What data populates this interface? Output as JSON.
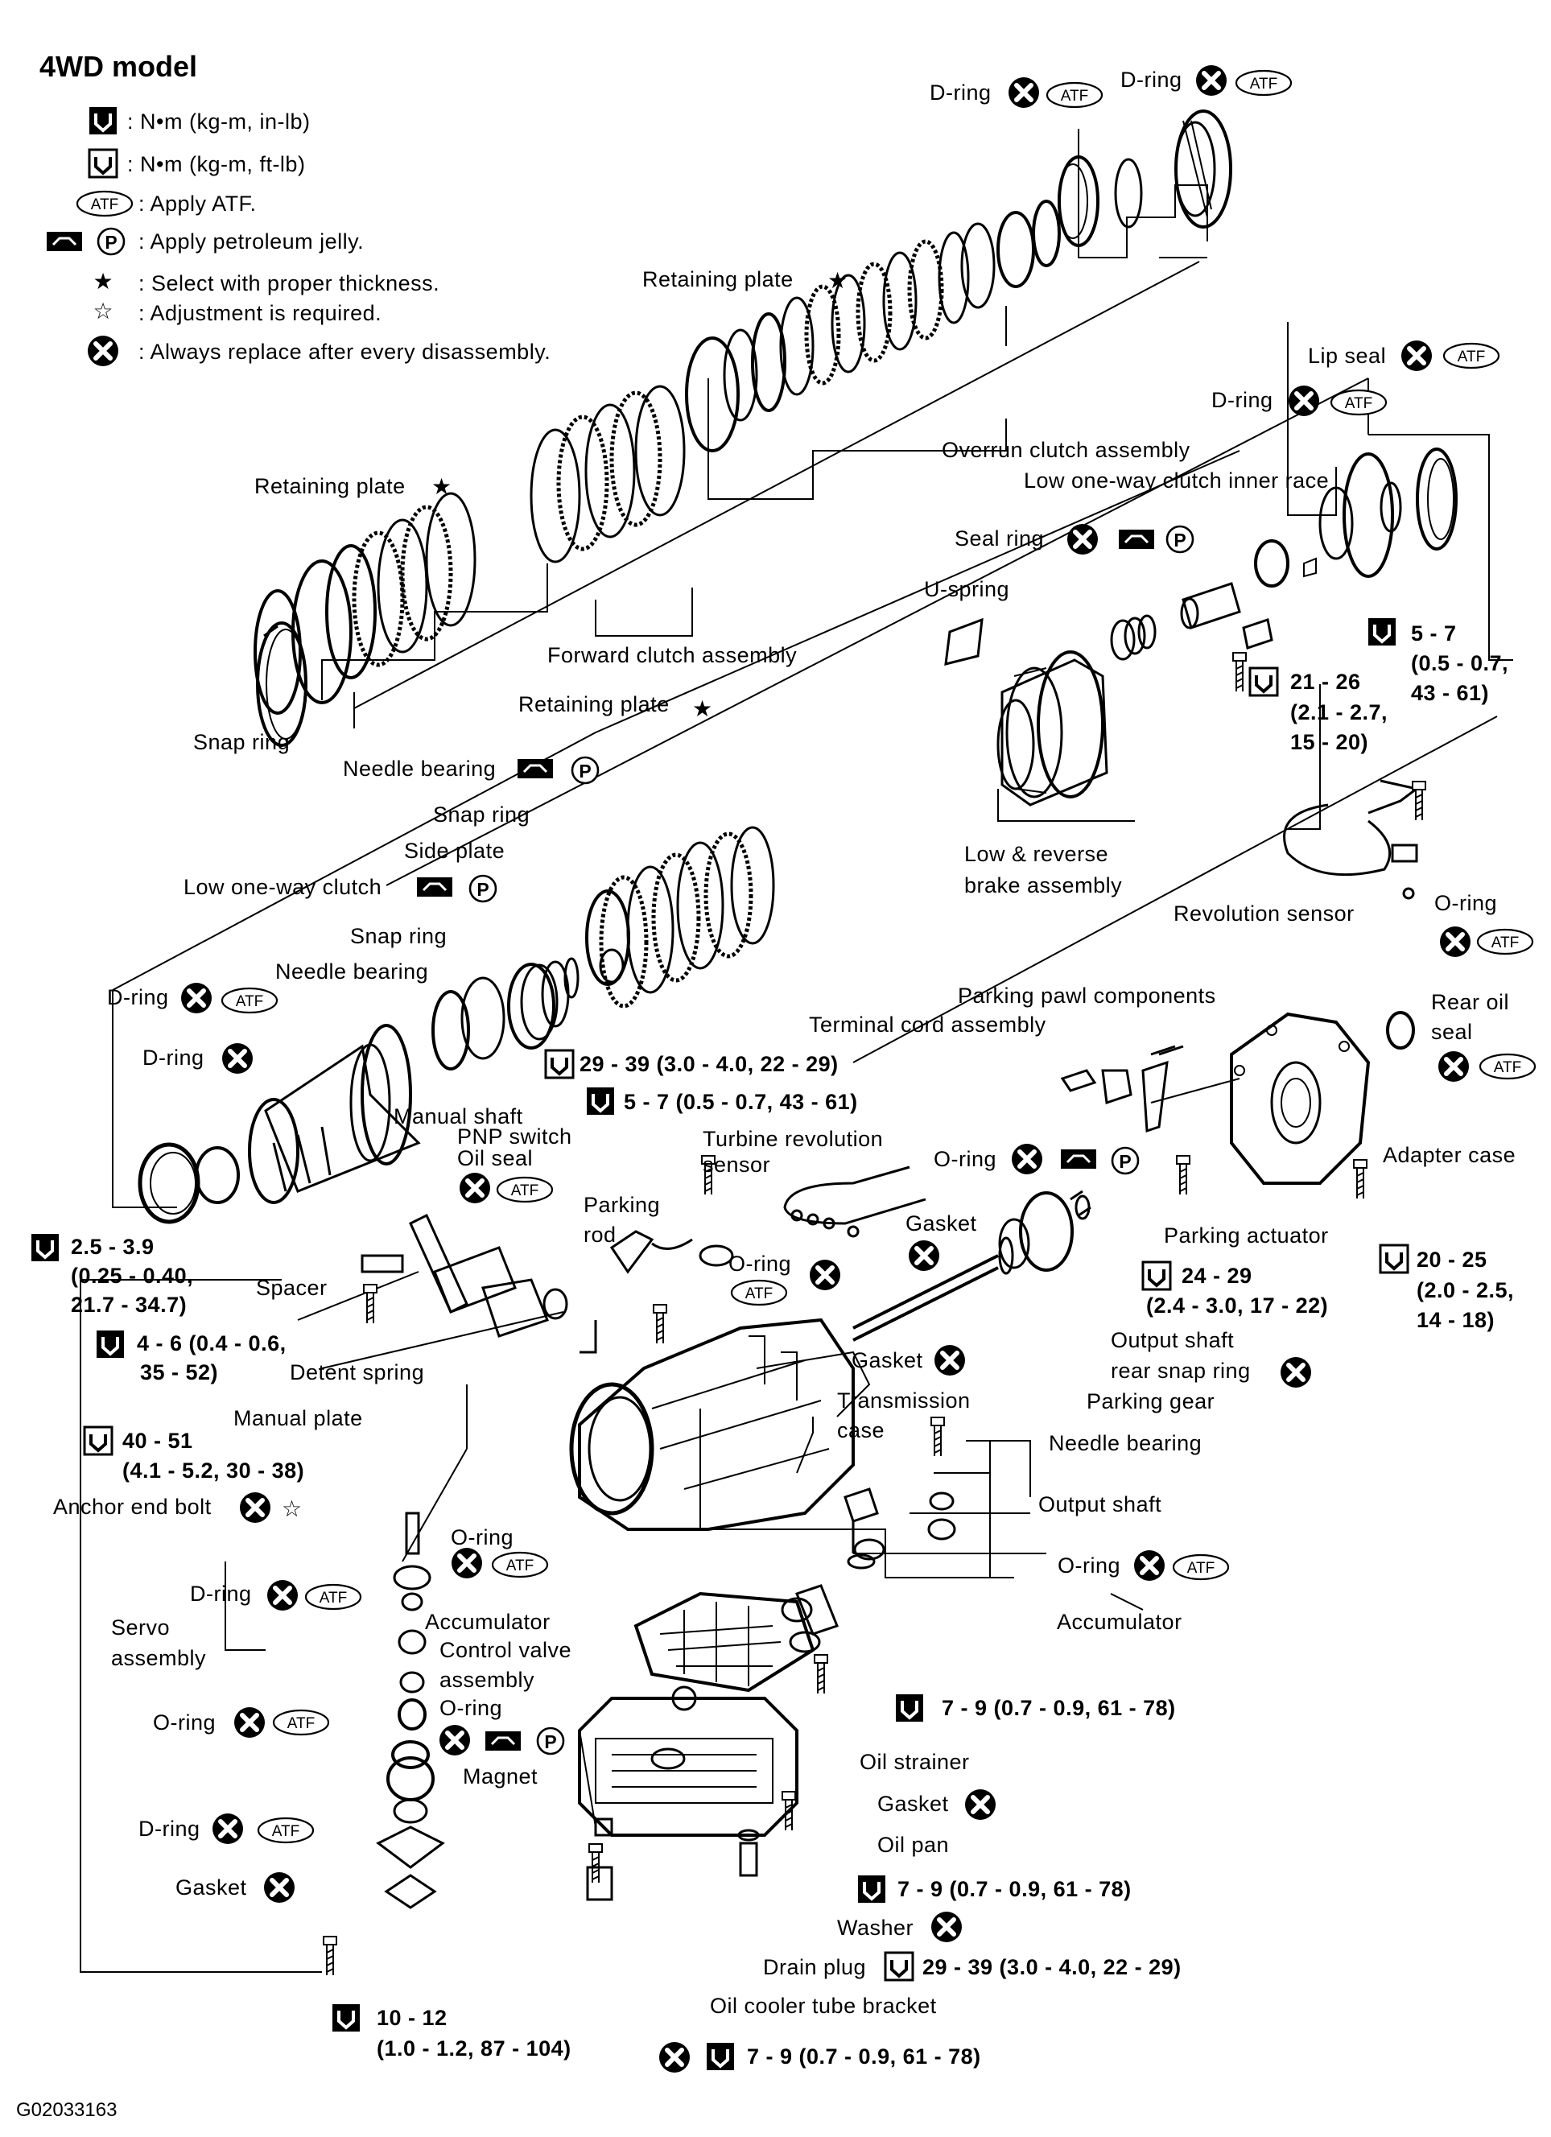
{
  "title": "4WD model",
  "figure_id": "G02033163",
  "legend": [
    {
      "icon": "torque-wrench-small-icon",
      "text": ": N•m (kg-m, in-lb)"
    },
    {
      "icon": "torque-wrench-large-icon",
      "text": ": N•m (kg-m, ft-lb)"
    },
    {
      "icon": "atf-icon",
      "text": ": Apply ATF."
    },
    {
      "icon": "petroleum-jelly-icon",
      "text": ": Apply petroleum jelly."
    },
    {
      "icon": "filled-star-icon",
      "text": ": Select with proper thickness."
    },
    {
      "icon": "outline-star-icon",
      "text": ": Adjustment is required."
    },
    {
      "icon": "replace-x-icon",
      "text": ": Always replace after every disassembly."
    }
  ],
  "icon_glyphs": {
    "atf": "ATF",
    "petroleum": "P",
    "filled_star": "★",
    "outline_star": "☆"
  },
  "labels": {
    "d_ring_top_1": "D-ring",
    "d_ring_top_2": "D-ring",
    "retaining_plate_top": "Retaining plate",
    "lip_seal": "Lip seal",
    "d_ring_right": "D-ring",
    "overrun_clutch": "Overrun clutch assembly",
    "low_oneway_inner_race": "Low one-way clutch inner race",
    "retaining_plate_left": "Retaining plate",
    "seal_ring": "Seal ring",
    "u_spring": "U-spring",
    "forward_clutch": "Forward clutch assembly",
    "snap_ring_1": "Snap ring",
    "retaining_plate_mid": "Retaining plate",
    "torque_5_7_a": "5 - 7",
    "torque_5_7_a_sub1": "(0.5 - 0.7,",
    "torque_5_7_a_sub2": "43 - 61)",
    "torque_21_26": "21 - 26",
    "torque_21_26_sub1": "(2.1 - 2.7,",
    "torque_21_26_sub2": "15 - 20)",
    "needle_bearing_1": "Needle bearing",
    "snap_ring_2": "Snap ring",
    "side_plate": "Side plate",
    "low_oneway_clutch": "Low one-way clutch",
    "low_reverse_1": "Low & reverse",
    "low_reverse_2": "brake assembly",
    "revolution_sensor": "Revolution sensor",
    "o_ring_rev": "O-ring",
    "snap_ring_3": "Snap ring",
    "needle_bearing_2": "Needle bearing",
    "d_ring_left_1": "D-ring",
    "d_ring_left_2": "D-ring",
    "parking_pawl": "Parking pawl components",
    "terminal_cord": "Terminal cord assembly",
    "rear_oil_seal_1": "Rear oil",
    "rear_oil_seal_2": "seal",
    "torque_29_39_a": "29 - 39 (3.0 - 4.0, 22 - 29)",
    "torque_5_7_b": "5 - 7 (0.5 - 0.7, 43 - 61)",
    "manual_shaft": "Manual shaft",
    "pnp_switch": "PNP switch",
    "oil_seal": "Oil seal",
    "turbine_rev_1": "Turbine revolution",
    "turbine_rev_2": "sensor",
    "o_ring_turbine": "O-ring",
    "adapter_case": "Adapter case",
    "parking_rod_1": "Parking",
    "parking_rod_2": "rod",
    "gasket_1": "Gasket",
    "parking_actuator": "Parking actuator",
    "torque_2_5_3_9": "2.5 - 3.9",
    "torque_2_5_sub1": "(0.25 - 0.40,",
    "torque_2_5_sub2": "21.7 - 34.7)",
    "spacer": "Spacer",
    "o_ring_2": "O-ring",
    "torque_24_29": "24 - 29",
    "torque_24_29_sub": "(2.4 - 3.0, 17 - 22)",
    "torque_20_25": "20 - 25",
    "torque_20_25_sub1": "(2.0 - 2.5,",
    "torque_20_25_sub2": "14 - 18)",
    "torque_4_6": "4 - 6 (0.4 - 0.6,",
    "torque_4_6_sub": "35 - 52)",
    "detent_spring": "Detent spring",
    "output_shaft_snap_1": "Output shaft",
    "output_shaft_snap_2": "rear snap ring",
    "gasket_2": "Gasket",
    "parking_gear": "Parking gear",
    "manual_plate": "Manual plate",
    "transmission_case_1": "Transmission",
    "transmission_case_2": "case",
    "torque_40_51": "40 - 51",
    "torque_40_51_sub": "(4.1 - 5.2, 30 - 38)",
    "needle_bearing_3": "Needle bearing",
    "anchor_end_bolt": "Anchor end bolt",
    "output_shaft": "Output shaft",
    "o_ring_3": "O-ring",
    "o_ring_4": "O-ring",
    "d_ring_servo": "D-ring",
    "accumulator_1": "Accumulator",
    "accumulator_2": "Accumulator",
    "servo_1": "Servo",
    "servo_2": "assembly",
    "control_valve_1": "Control valve",
    "control_valve_2": "assembly",
    "o_ring_5": "O-ring",
    "torque_7_9_a": "7 - 9 (0.7 - 0.9, 61 - 78)",
    "o_ring_6": "O-ring",
    "magnet": "Magnet",
    "oil_strainer": "Oil strainer",
    "gasket_3": "Gasket",
    "d_ring_servo_2": "D-ring",
    "oil_pan": "Oil pan",
    "gasket_4": "Gasket",
    "torque_7_9_b": "7 - 9 (0.7 - 0.9, 61 - 78)",
    "washer": "Washer",
    "drain_plug": "Drain plug",
    "torque_29_39_b": "29 - 39 (3.0 - 4.0, 22 - 29)",
    "oil_cooler_bracket": "Oil cooler tube bracket",
    "torque_10_12": "10 - 12",
    "torque_10_12_sub": "(1.0 - 1.2, 87 - 104)",
    "torque_7_9_c": "7 - 9 (0.7 - 0.9, 61 - 78)"
  }
}
